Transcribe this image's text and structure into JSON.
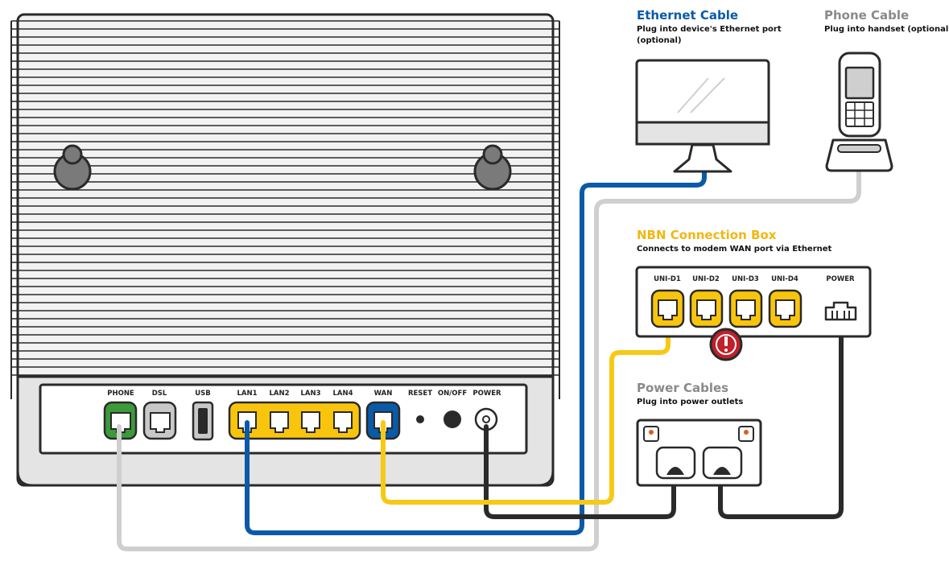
{
  "labels": {
    "ethernet_title": "Ethernet Cable",
    "ethernet_sub1": "Plug into device's Ethernet port",
    "ethernet_sub2": "(optional)",
    "phone_title": "Phone Cable",
    "phone_sub": "Plug into handset (optional)",
    "nbn_title": "NBN Connection Box",
    "nbn_sub": "Connects to modem WAN port via Ethernet",
    "power_title": "Power Cables",
    "power_sub": "Plug into power outlets"
  },
  "modem_ports": {
    "phone": "PHONE",
    "dsl": "DSL",
    "usb": "USB",
    "lan1": "LAN1",
    "lan2": "LAN2",
    "lan3": "LAN3",
    "lan4": "LAN4",
    "wan": "WAN",
    "reset": "RESET",
    "onoff": "ON/OFF",
    "power": "POWER"
  },
  "nbn_ports": {
    "d1": "UNI-D1",
    "d2": "UNI-D2",
    "d3": "UNI-D3",
    "d4": "UNI-D4",
    "power": "POWER"
  },
  "colors": {
    "ethernet_blue": "#0a5aa8",
    "nbn_yellow": "#f2b70f",
    "lan_yellow": "#f9c50c",
    "wan_cable_yellow": "#f7c916",
    "phone_green": "#3c9a3a",
    "grey_cable": "#cfcfcf",
    "power_black": "#2a2a2a",
    "alert_red": "#c0202a"
  }
}
